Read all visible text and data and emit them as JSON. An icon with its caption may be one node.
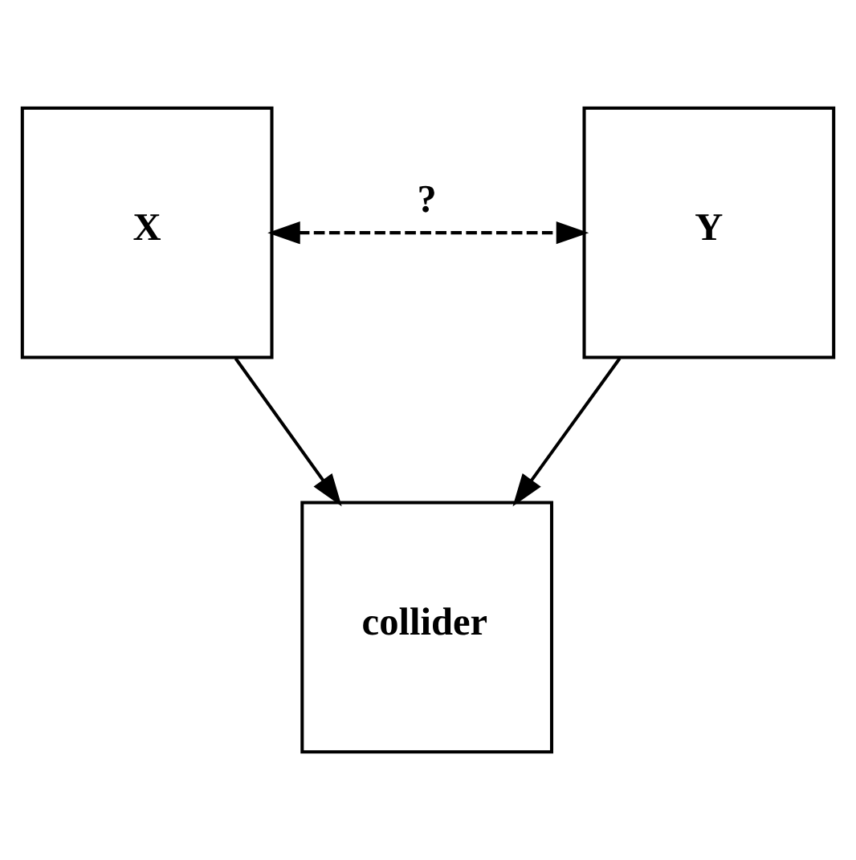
{
  "diagram": {
    "nodes": [
      {
        "text": [
          "X"
        ]
      },
      {
        "text": [
          "Y"
        ]
      },
      {
        "text": [
          "collider"
        ]
      }
    ],
    "edges": [
      {
        "from": 0,
        "to": 1,
        "arrow": "both",
        "label": "?",
        "style": "dashed"
      },
      {
        "from": 0,
        "to": 2,
        "arrow": "to"
      },
      {
        "from": 1,
        "to": 2,
        "arrow": "to"
      }
    ]
  }
}
